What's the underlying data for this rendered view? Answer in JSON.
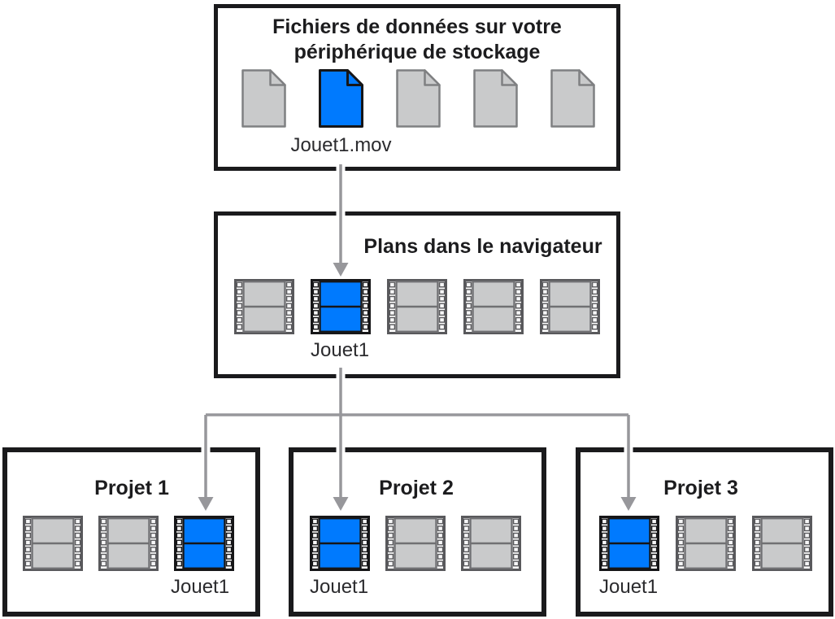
{
  "colors": {
    "accent": "#007AFE",
    "arrow": "#97979B",
    "box_border": "#1A1A1C",
    "gray_fill": "#C9CACB",
    "gray_doc_border": "#7F8082",
    "film_outer_border_gray": "#59595C",
    "film_frame_border_gray": "#707073",
    "film_sprocket_fill": "#F7F7F8",
    "selected_border": "#161618",
    "title_text": "#1C1C1E",
    "label_text": "#2B2B2E"
  },
  "storage_box": {
    "title": "Fichiers de données sur votre périphérique de stockage",
    "files": [
      {
        "icon": "document-icon",
        "selected": false
      },
      {
        "icon": "document-icon",
        "selected": true
      },
      {
        "icon": "document-icon",
        "selected": false
      },
      {
        "icon": "document-icon",
        "selected": false
      },
      {
        "icon": "document-icon",
        "selected": false
      }
    ],
    "selected_file_label": "Jouet1.mov"
  },
  "browser_box": {
    "title": "Plans dans le navigateur",
    "clips": [
      {
        "icon": "film-clip-icon",
        "selected": false
      },
      {
        "icon": "film-clip-icon",
        "selected": true
      },
      {
        "icon": "film-clip-icon",
        "selected": false
      },
      {
        "icon": "film-clip-icon",
        "selected": false
      },
      {
        "icon": "film-clip-icon",
        "selected": false
      }
    ],
    "selected_clip_label": "Jouet1"
  },
  "projects": [
    {
      "title": "Projet 1",
      "clips": [
        {
          "icon": "film-clip-icon",
          "selected": false
        },
        {
          "icon": "film-clip-icon",
          "selected": false
        },
        {
          "icon": "film-clip-icon",
          "selected": true
        }
      ],
      "selected_clip_label": "Jouet1"
    },
    {
      "title": "Projet 2",
      "clips": [
        {
          "icon": "film-clip-icon",
          "selected": true
        },
        {
          "icon": "film-clip-icon",
          "selected": false
        },
        {
          "icon": "film-clip-icon",
          "selected": false
        }
      ],
      "selected_clip_label": "Jouet1"
    },
    {
      "title": "Projet 3",
      "clips": [
        {
          "icon": "film-clip-icon",
          "selected": true
        },
        {
          "icon": "film-clip-icon",
          "selected": false
        },
        {
          "icon": "film-clip-icon",
          "selected": false
        }
      ],
      "selected_clip_label": "Jouet1"
    }
  ]
}
